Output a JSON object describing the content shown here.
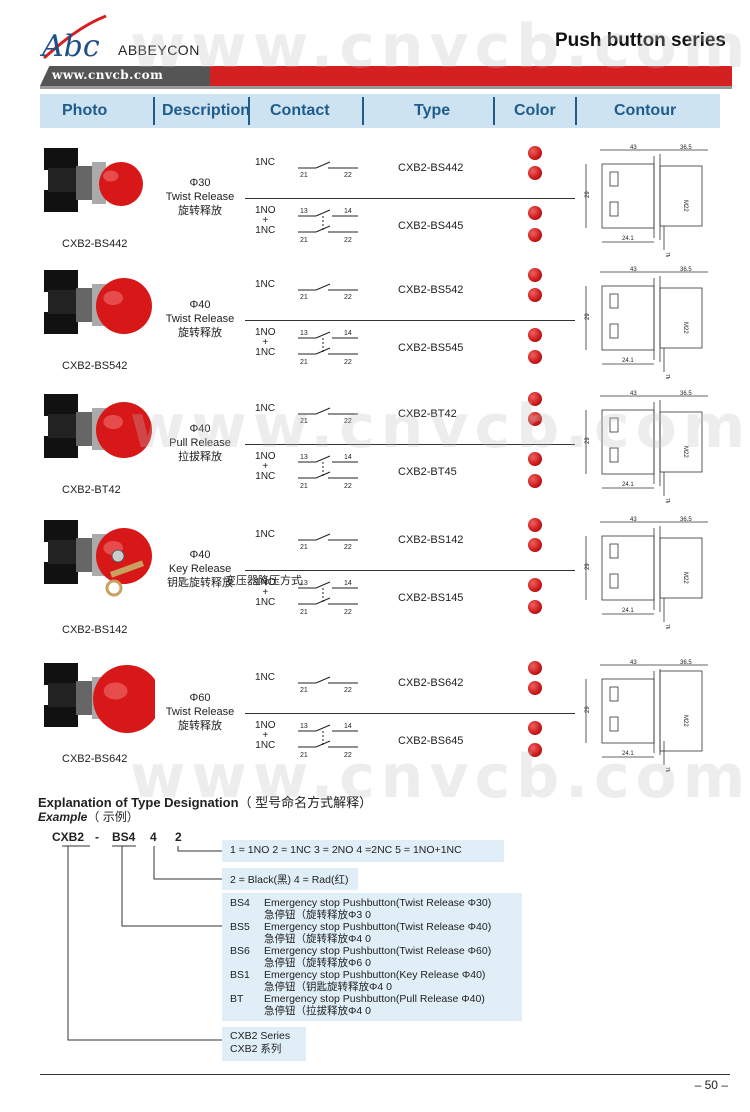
{
  "header": {
    "brand": "ABBEYCON",
    "logo_text": "Abc",
    "url": "www.cnvcb.com",
    "series_title": "Push button series",
    "watermark": "www.cnvcb.com"
  },
  "columns": [
    "Photo",
    "Description",
    "Contact",
    "Type",
    "Color",
    "Contour"
  ],
  "rows": [
    {
      "model": "CXB2-BS442",
      "desc": [
        "Φ30",
        "Twist Release",
        "旋转释放"
      ],
      "contacts": [
        {
          "label": "1NC",
          "terminals": [
            "21",
            "22"
          ],
          "type": "CXB2-BS442"
        },
        {
          "label": "1NO\n+\n1NC",
          "terminals": [
            "13",
            "14",
            "21",
            "22"
          ],
          "type": "CXB2-BS445"
        }
      ],
      "dims": {
        "w": "43",
        "d": "36.5",
        "h": "29",
        "b": "24.1",
        "m": "M22",
        "mm": "7Max"
      }
    },
    {
      "model": "CXB2-BS542",
      "desc": [
        "Φ40",
        "Twist Release",
        "旋转释放"
      ],
      "contacts": [
        {
          "label": "1NC",
          "terminals": [
            "21",
            "22"
          ],
          "type": "CXB2-BS542"
        },
        {
          "label": "1NO\n+\n1NC",
          "terminals": [
            "13",
            "14",
            "21",
            "22"
          ],
          "type": "CXB2-BS545"
        }
      ],
      "dims": {
        "w": "43",
        "d": "36.5",
        "h": "29",
        "b": "24.1",
        "m": "M22",
        "mm": "7Max"
      }
    },
    {
      "model": "CXB2-BT42",
      "desc": [
        "Φ40",
        "Pull Release",
        "拉拔释放"
      ],
      "contacts": [
        {
          "label": "1NC",
          "terminals": [
            "21",
            "22"
          ],
          "type": "CXB2-BT42"
        },
        {
          "label": "1NO\n+\n1NC",
          "terminals": [
            "13",
            "14",
            "21",
            "22"
          ],
          "type": "CXB2-BT45"
        }
      ],
      "dims": {
        "w": "43",
        "d": "36.5",
        "h": "29",
        "b": "24.1",
        "m": "M22",
        "mm": "7Max"
      }
    },
    {
      "model": "CXB2-BS142",
      "desc": [
        "Φ40",
        "Key Release",
        "钥匙旋转释放"
      ],
      "contacts": [
        {
          "label": "1NC",
          "terminals": [
            "21",
            "22"
          ],
          "type": "CXB2-BS142"
        },
        {
          "label": "1NO\n+\n1NC",
          "terminals": [
            "13",
            "14",
            "21",
            "22"
          ],
          "type": "CXB2-BS145"
        }
      ],
      "dims": {
        "w": "43",
        "d": "36.5",
        "h": "29",
        "b": "24.1",
        "m": "M22",
        "mm": "7Max"
      }
    },
    {
      "model": "CXB2-BS642",
      "desc": [
        "Φ60",
        "Twist Release",
        "旋转释放"
      ],
      "contacts": [
        {
          "label": "1NC",
          "terminals": [
            "21",
            "22"
          ],
          "type": "CXB2-BS642"
        },
        {
          "label": "1NO\n+\n1NC",
          "terminals": [
            "13",
            "14",
            "21",
            "22"
          ],
          "type": "CXB2-BS645"
        }
      ],
      "dims": {
        "w": "43",
        "d": "36.5",
        "h": "29",
        "b": "24.1",
        "m": "M22",
        "mm": "7Max"
      }
    }
  ],
  "overlay_note": "变压器降压方式",
  "explanation": {
    "title": "Explanation of Type Designation",
    "title_cn": "（ 型号命名方式解释）",
    "example": "Example",
    "example_cn": "（ 示例）",
    "code": {
      "part1": "CXB2",
      "dash": "-",
      "part2": "BS4",
      "part3": "4",
      "part4": "2"
    },
    "contact_code": "1 = 1NO   2 = 1NC  3 = 2NO 4 =2NC 5 = 1NO+1NC",
    "color_code": "2 = Black(黑)   4 = Rad(红)",
    "items": [
      {
        "k": "BS4",
        "en": "Emergency stop Pushbutton(Twist Release  Φ30)",
        "zh": "急停钮（旋转释放Φ3 0"
      },
      {
        "k": "BS5",
        "en": "Emergency stop Pushbutton(Twist Release  Φ40)",
        "zh": "急停钮（旋转释放Φ4 0"
      },
      {
        "k": "BS6",
        "en": "Emergency stop Pushbutton(Twist Release  Φ60)",
        "zh": "急停钮（旋转释放Φ6 0"
      },
      {
        "k": "BS1",
        "en": "Emergency stop Pushbutton(Key Release    Φ40)",
        "zh": "急停钮（钥匙旋转释放Φ4 0"
      },
      {
        "k": "BT",
        "en": "Emergency stop Pushbutton(Pull Release    Φ40)",
        "zh": "急停钮（拉拔释放Φ4 0"
      }
    ],
    "series_en": "CXB2 Series",
    "series_cn": "CXB2 系列"
  },
  "page_number": "– 50 –",
  "colors": {
    "accent_red": "#d42020",
    "header_blue": "#1f5c8c",
    "header_bg": "#cde3f1",
    "box_bg": "#dfeef7"
  }
}
